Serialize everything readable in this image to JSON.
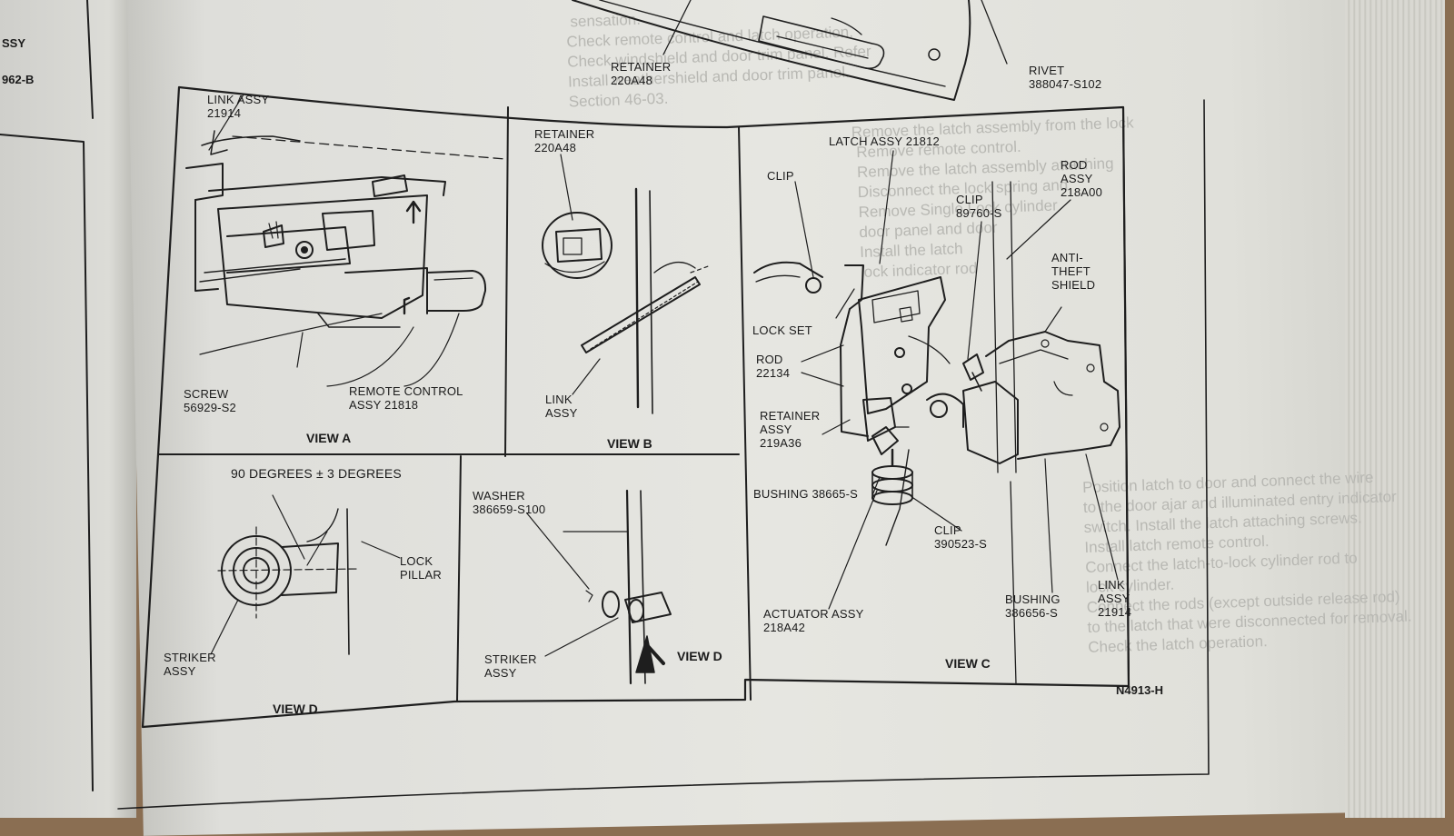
{
  "left_page": {
    "label_top": "SSY",
    "label_code": "962-B"
  },
  "figure_id": "N4913-H",
  "top": {
    "retainer": {
      "name": "RETAINER",
      "part": "220A48"
    },
    "rivet": {
      "name": "RIVET",
      "part": "388047-S102"
    }
  },
  "view_a": {
    "title": "VIEW A",
    "link_assy": {
      "name": "LINK ASSY",
      "part": "21914"
    },
    "screw": {
      "name": "SCREW",
      "part": "56929-S2"
    },
    "remote_control": {
      "name": "REMOTE CONTROL",
      "part": "ASSY 21818"
    }
  },
  "view_b": {
    "title": "VIEW B",
    "retainer": {
      "name": "RETAINER",
      "part": "220A48"
    },
    "link_assy": {
      "line1": "LINK",
      "line2": "ASSY"
    }
  },
  "view_c": {
    "title": "VIEW C",
    "latch_assy": "LATCH ASSY 21812",
    "clip": "CLIP",
    "rod_assy": {
      "line1": "ROD",
      "line2": "ASSY",
      "part": "218A00"
    },
    "clip2": {
      "name": "CLIP",
      "part": "89760-S"
    },
    "anti_theft": {
      "line1": "ANTI-",
      "line2": "THEFT",
      "line3": "SHIELD"
    },
    "lock_set": "LOCK SET",
    "rod": {
      "name": "ROD",
      "part": "22134"
    },
    "retainer_assy": {
      "line1": "RETAINER",
      "line2": "ASSY",
      "part": "219A36"
    },
    "bushing1": "BUSHING 38665-S",
    "clip3": {
      "name": "CLIP",
      "part": "390523-S"
    },
    "actuator": {
      "name": "ACTUATOR ASSY",
      "part": "218A42"
    },
    "bushing2": {
      "name": "BUSHING",
      "part": "386656-S"
    },
    "link_assy": {
      "line1": "LINK",
      "line2": "ASSY",
      "part": "21914"
    }
  },
  "view_d1": {
    "title": "VIEW D",
    "angle": "90 DEGREES ± 3 DEGREES",
    "lock_pillar": {
      "line1": "LOCK",
      "line2": "PILLAR"
    },
    "striker": {
      "line1": "STRIKER",
      "line2": "ASSY"
    }
  },
  "view_d2": {
    "title": "VIEW D",
    "washer": {
      "name": "WASHER",
      "part": "386659-S100"
    },
    "striker": {
      "line1": "STRIKER",
      "line2": "ASSY"
    }
  }
}
